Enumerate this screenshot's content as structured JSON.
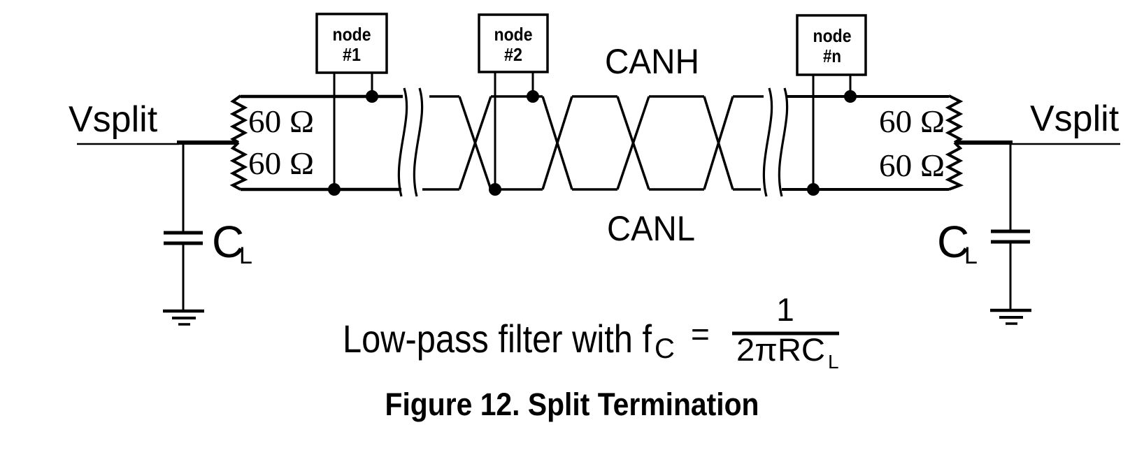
{
  "diagram": {
    "vsplit_left": "Vsplit",
    "vsplit_right": "Vsplit",
    "canh": "CANH",
    "canl": "CANL",
    "resistor_top_left": "60 Ω",
    "resistor_bottom_left": "60 Ω",
    "resistor_top_right": "60 Ω",
    "resistor_bottom_right": "60 Ω",
    "cap_left": {
      "name": "C",
      "sub": "L"
    },
    "cap_right": {
      "name": "C",
      "sub": "L"
    },
    "nodes": [
      {
        "line1": "node",
        "line2": "#1"
      },
      {
        "line1": "node",
        "line2": "#2"
      },
      {
        "line1": "node",
        "line2": "#n"
      }
    ],
    "formula": {
      "prefix": "Low-pass filter with f",
      "prefix_sub": "C",
      "equals": "=",
      "numerator": "1",
      "denominator": "2πRC",
      "denominator_sub": "L"
    },
    "caption": "Figure 12. Split Termination",
    "colors": {
      "ink": "#000000",
      "background": "#ffffff"
    }
  }
}
